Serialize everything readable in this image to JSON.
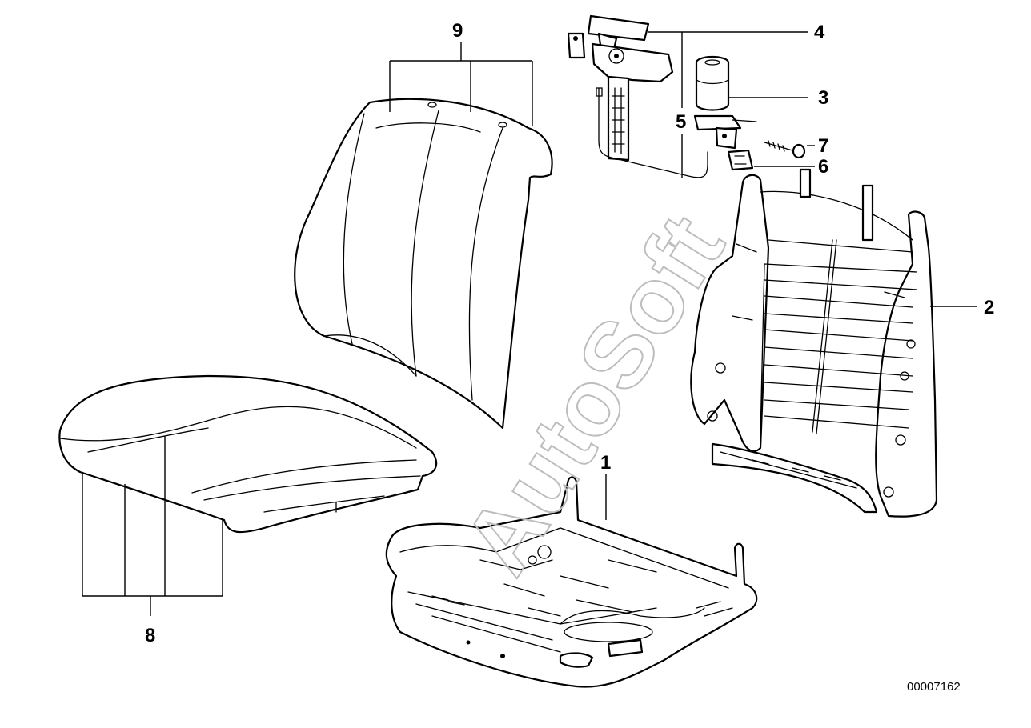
{
  "diagram": {
    "labels": {
      "seat_frame": "1",
      "backrest_frame": "2",
      "motor": "3",
      "head_restraint_guide": "4",
      "cable": "5",
      "clip": "6",
      "screw": "7",
      "seat_cushion": "8",
      "backrest_cushion": "9"
    },
    "watermark": "AutoSoft",
    "reference_number": "00007162"
  }
}
